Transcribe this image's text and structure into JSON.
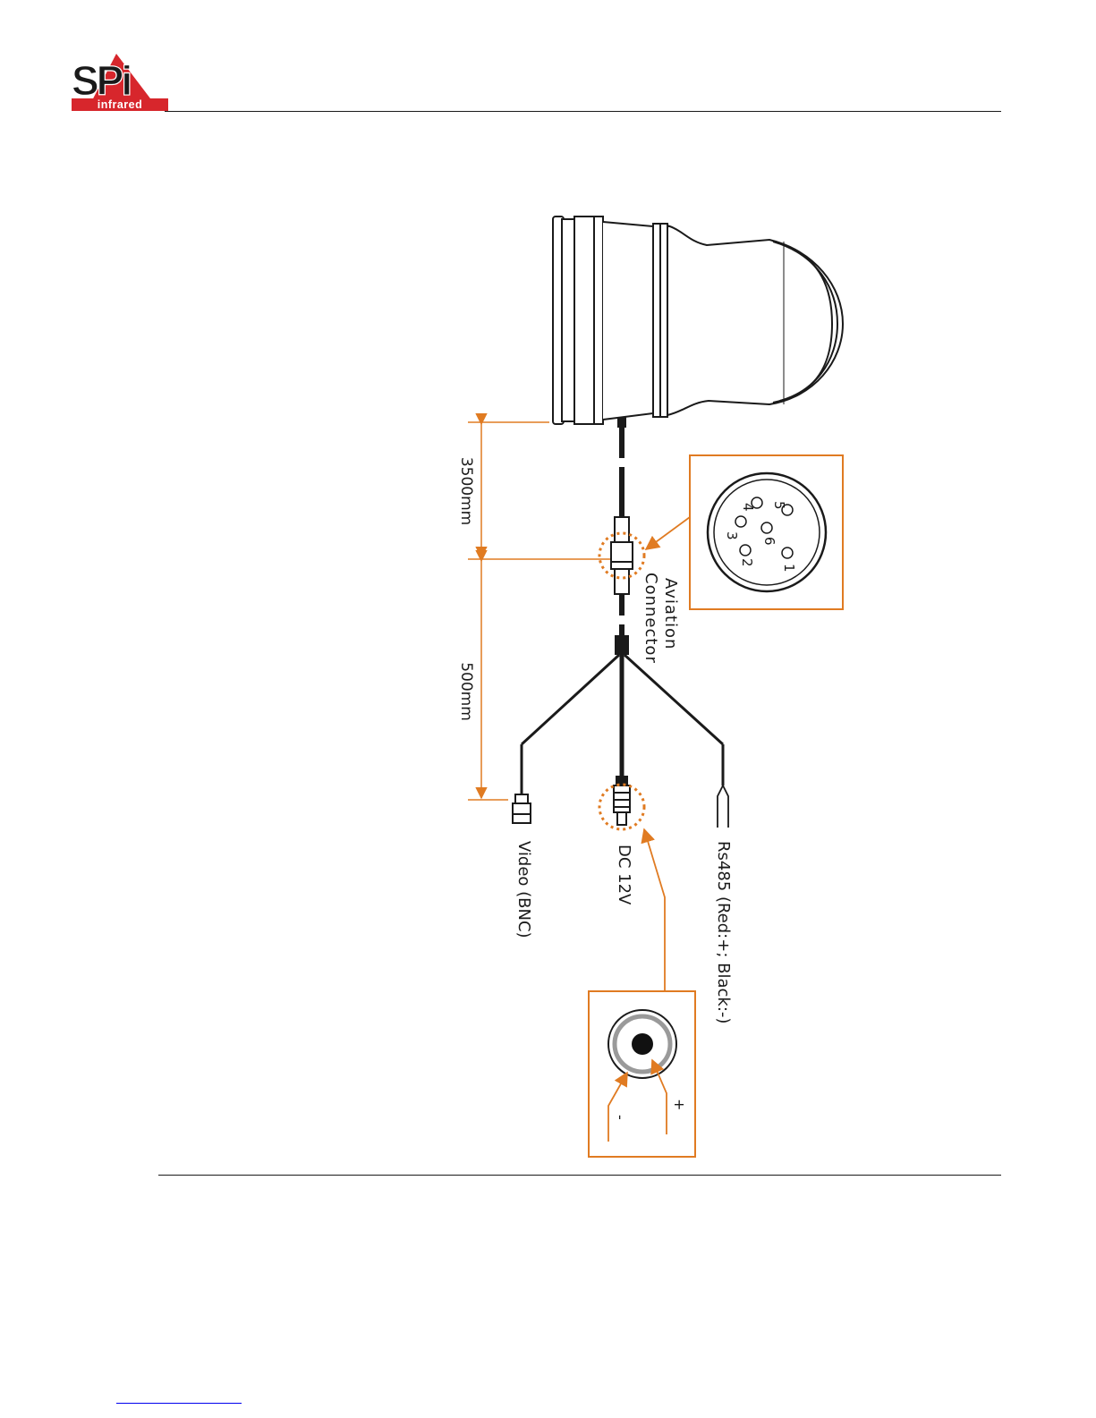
{
  "brand": {
    "logo_main": "SPi",
    "logo_sub": "infrared",
    "colors": {
      "red": "#d7262c",
      "dark": "#1a1a1a"
    }
  },
  "diagram": {
    "accent_color": "#e07b22",
    "line_color": "#1a1a1a",
    "dimensions": {
      "upper_length": "3500mm",
      "lower_length": "500mm"
    },
    "connector_label_line1": "Aviation",
    "connector_label_line2": "Connector",
    "pins": [
      "1",
      "2",
      "3",
      "4",
      "5",
      "6"
    ],
    "outputs": {
      "video": "Video (BNC)",
      "power": "DC 12V",
      "rs485": "Rs485 (Red:+; Black:-)"
    },
    "polarity": {
      "minus": "-",
      "plus": "+"
    }
  }
}
